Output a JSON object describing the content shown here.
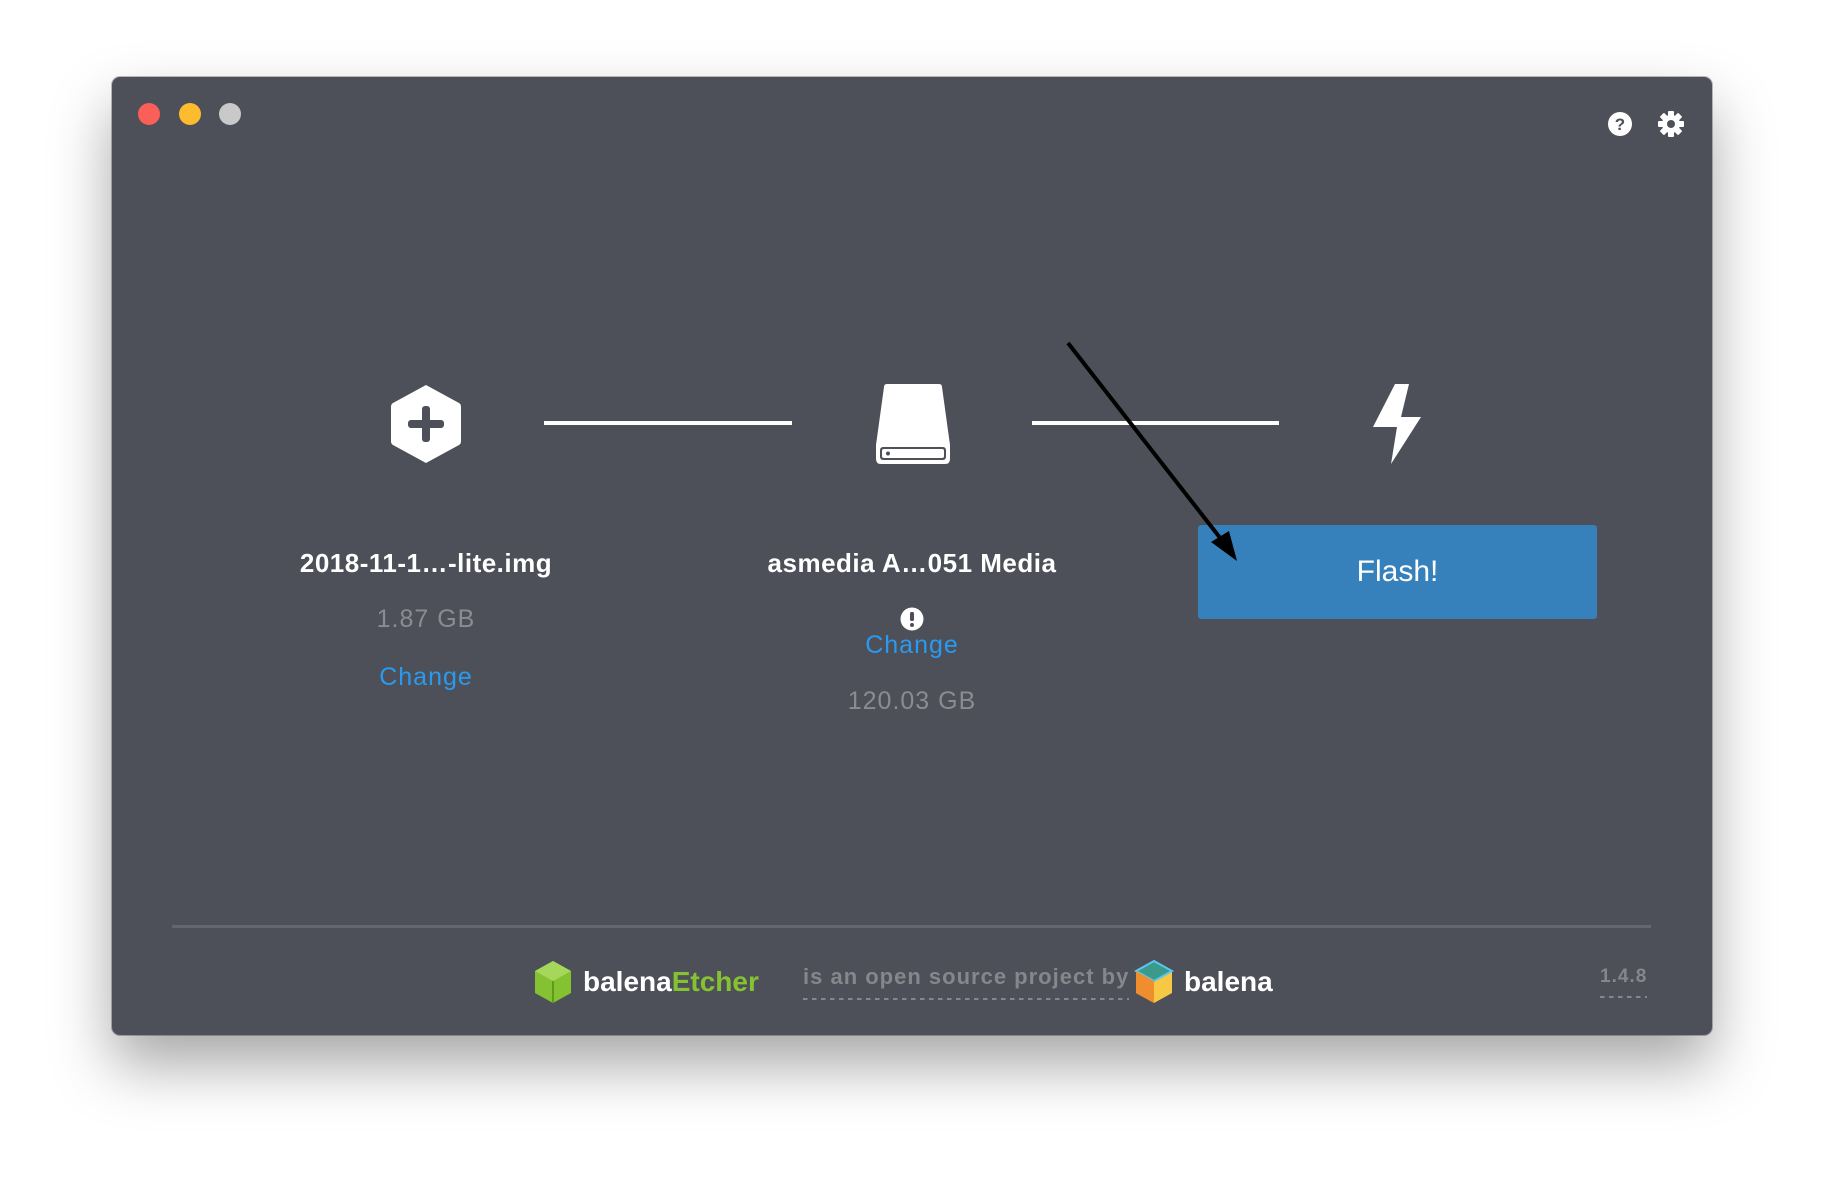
{
  "window": {
    "controls": [
      "close",
      "minimize",
      "maximize"
    ]
  },
  "toolbar": {
    "help_icon": "help-icon",
    "settings_icon": "gear-icon"
  },
  "steps": {
    "image": {
      "name": "2018-11-1…-lite.img",
      "size": "1.87 GB",
      "change_label": "Change"
    },
    "drive": {
      "name": "asmedia A…051 Media",
      "change_label": "Change",
      "size": "120.03 GB"
    },
    "flash": {
      "label": "Flash!"
    }
  },
  "footer": {
    "brand_part1": "balena",
    "brand_part2": "Etcher",
    "tagline": "is an open source project by",
    "company": "balena",
    "version": "1.4.8"
  },
  "colors": {
    "accent": "#3681bb",
    "link": "#2a9af0",
    "etcher_green": "#85c232",
    "bg": "#4d5058"
  }
}
